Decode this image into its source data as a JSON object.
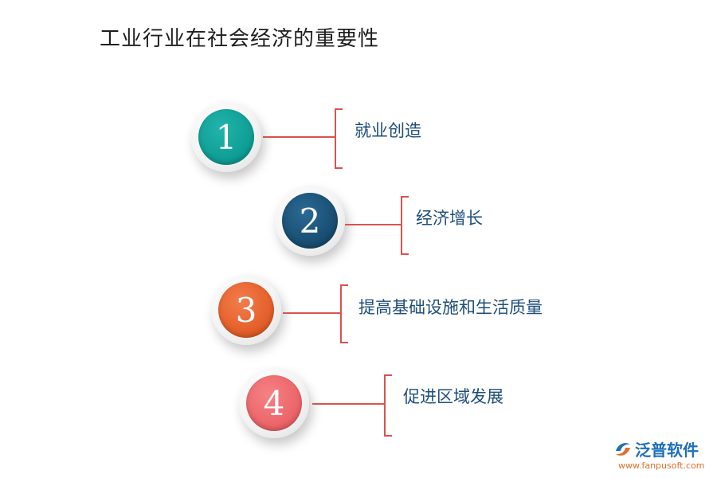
{
  "title": "工业行业在社会经济的重要性",
  "items": [
    {
      "number": "1",
      "label": "就业创造",
      "color": "#0f9f96"
    },
    {
      "number": "2",
      "label": "经济增长",
      "color": "#1a4f73"
    },
    {
      "number": "3",
      "label": "提高基础设施和生活质量",
      "color": "#e5602b"
    },
    {
      "number": "4",
      "label": "促进区域发展",
      "color": "#ec666a"
    }
  ],
  "logo": {
    "name": "泛普软件",
    "url": "www.fanpusoft.com"
  }
}
